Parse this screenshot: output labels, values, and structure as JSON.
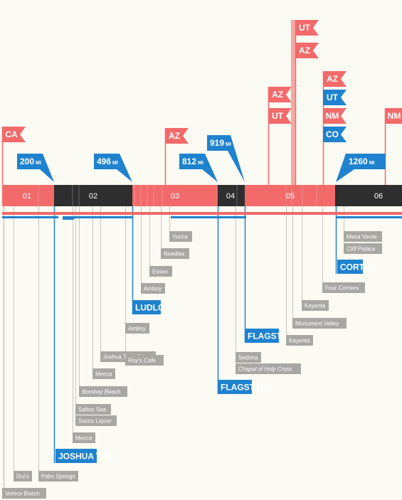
{
  "colors": {
    "background": "#fbfaf3",
    "red": "#f26a6a",
    "red_light": "#f4a9a6",
    "blue": "#1f82cf",
    "dark": "#2e2e2e",
    "label_gray": "#a9a7a2",
    "line_gray": "#c8c6c1"
  },
  "days": [
    "01",
    "02",
    "03",
    "04",
    "05",
    "06"
  ],
  "distances": [
    {
      "value": "200",
      "unit": "MI"
    },
    {
      "value": "496",
      "unit": "MI"
    },
    {
      "value": "812",
      "unit": "MI"
    },
    {
      "value": "919",
      "unit": "MI"
    },
    {
      "value": "1260",
      "unit": "MI"
    }
  ],
  "state_flags": [
    {
      "label": "CA",
      "color": "red"
    },
    {
      "label": "AZ",
      "color": "red"
    },
    {
      "label": "UT",
      "color": "red"
    },
    {
      "label": "AZ",
      "color": "red"
    },
    {
      "label": "AZ",
      "color": "red"
    },
    {
      "label": "UT",
      "color": "red"
    },
    {
      "label": "AZ",
      "color": "red"
    },
    {
      "label": "UT",
      "color": "blue"
    },
    {
      "label": "NM",
      "color": "red"
    },
    {
      "label": "CO",
      "color": "blue"
    },
    {
      "label": "NM",
      "color": "red"
    }
  ],
  "stops": [
    {
      "label": "Venice Beach",
      "style": "gray"
    },
    {
      "label": "Rui's",
      "style": "gray"
    },
    {
      "label": "Palm Springs",
      "style": "gray"
    },
    {
      "label": "JOSHUA TREE",
      "style": "blue"
    },
    {
      "label": "Mecca",
      "style": "gray"
    },
    {
      "label": "Socco Liquor",
      "style": "gray-italic"
    },
    {
      "label": "Salton Sea",
      "style": "gray"
    },
    {
      "label": "Bombay Beach",
      "style": "gray-italic"
    },
    {
      "label": "Mecca",
      "style": "gray"
    },
    {
      "label": "Joshua Tree Gate",
      "style": "gray"
    },
    {
      "label": "Roy's Cafe",
      "style": "gray-italic"
    },
    {
      "label": "Amboy",
      "style": "gray"
    },
    {
      "label": "LUDLOW",
      "style": "blue"
    },
    {
      "label": "Amboy",
      "style": "gray"
    },
    {
      "label": "Essex",
      "style": "gray"
    },
    {
      "label": "Needles",
      "style": "gray"
    },
    {
      "label": "Yucca",
      "style": "gray"
    },
    {
      "label": "FLAGSTAFF",
      "style": "blue"
    },
    {
      "label": "Chapel of Holy Cross",
      "style": "gray-italic"
    },
    {
      "label": "Sedona",
      "style": "gray"
    },
    {
      "label": "FLAGSTAFF",
      "style": "blue"
    },
    {
      "label": "Kayenta",
      "style": "gray"
    },
    {
      "label": "Monument Valley",
      "style": "gray"
    },
    {
      "label": "Kayenta",
      "style": "gray"
    },
    {
      "label": "Four Corners",
      "style": "gray"
    },
    {
      "label": "CORTEZ",
      "style": "blue"
    },
    {
      "label": "Cliff Palace",
      "style": "gray-italic"
    },
    {
      "label": "Mesa Verde",
      "style": "gray"
    }
  ]
}
